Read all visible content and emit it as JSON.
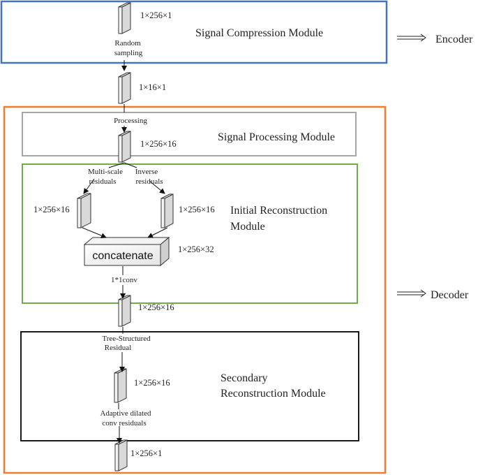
{
  "modules": {
    "compression": "Signal Compression Module",
    "processing": "Signal Processing Module",
    "initial_line1": "Initial  Reconstruction",
    "initial_line2": "Module",
    "secondary_line1": "Secondary",
    "secondary_line2": "Reconstruction Module"
  },
  "side_labels": {
    "encoder": "Encoder",
    "decoder": "Decoder"
  },
  "dims": {
    "input": "1×256×1",
    "sampled": "1×16×1",
    "processed": "1×256×16",
    "left_branch": "1×256×16",
    "right_branch": "1×256×16",
    "concat": "1×256×32",
    "conv_out": "1×256×16",
    "tree_out": "1×256×16",
    "output": "1×256×1"
  },
  "ops": {
    "random_1": "Random",
    "random_2": "sampling",
    "processing": "Processing",
    "multiscale_1": "Multi-scale",
    "multiscale_2": "residuals",
    "inverse_1": "Inverse",
    "inverse_2": "residuals",
    "concatenate": "concatenate",
    "conv": "1*1conv",
    "tree_1": "Tree-Structured",
    "tree_2": "Residual",
    "adaptive_1": "Adaptive dilated",
    "adaptive_2": "conv residuals"
  },
  "colors": {
    "encoder_box": "#4472c4",
    "decoder_box": "#ed7d31",
    "processing_box": "#a6a6a6",
    "initial_box": "#70ad47",
    "secondary_box": "#000000"
  }
}
